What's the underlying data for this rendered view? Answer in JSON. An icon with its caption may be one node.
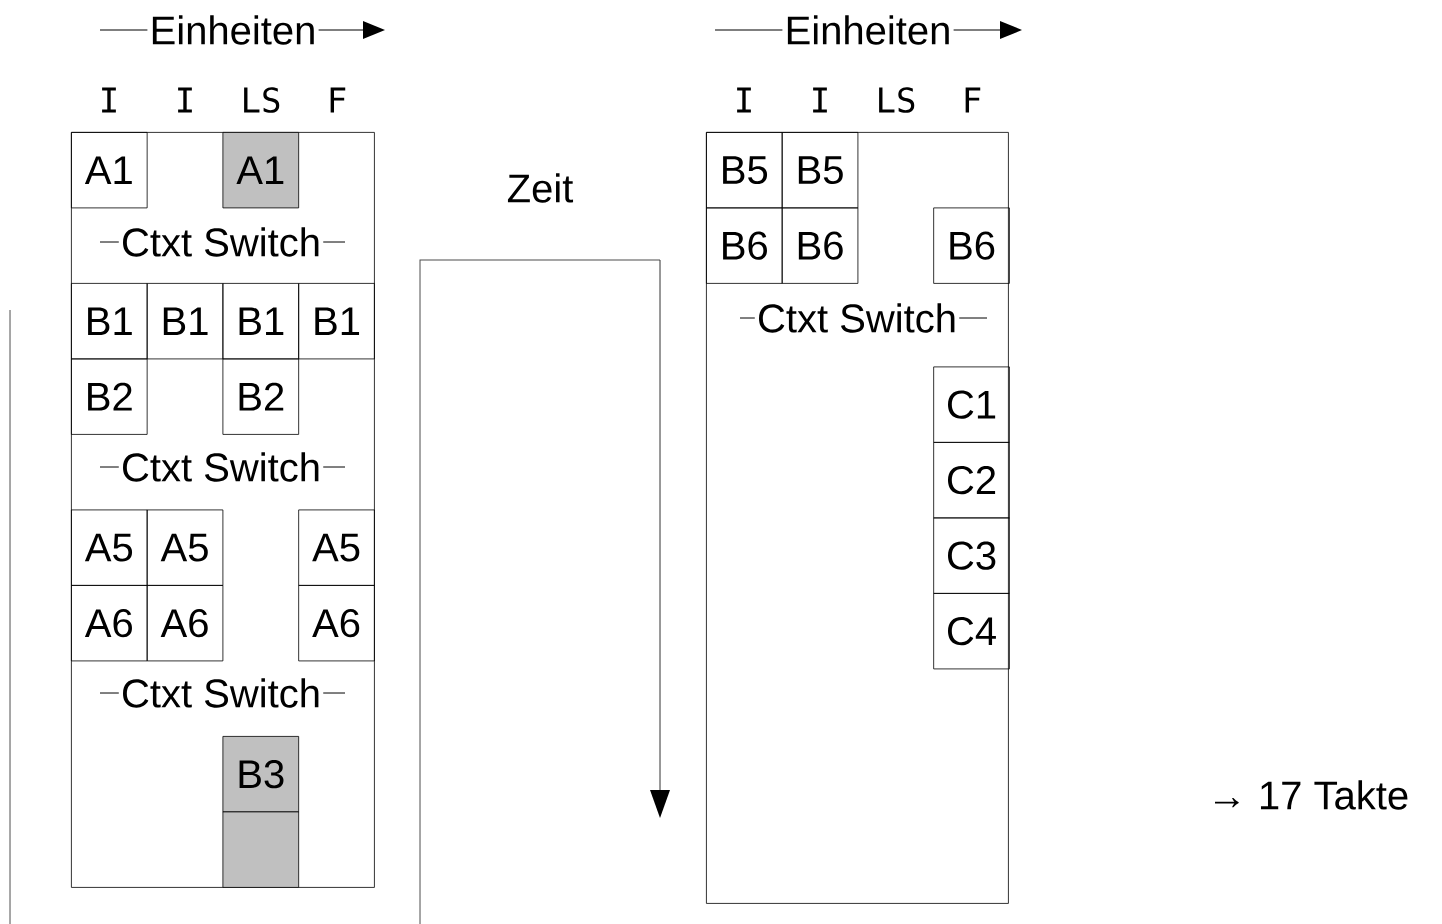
{
  "diagram": {
    "nodes": [
      {
        "text": [],
        "shape": "box"
      },
      {
        "text": [
          "A1"
        ],
        "in": 0
      },
      {
        "text": [
          "A1"
        ],
        "in": 0
      },
      {
        "text": [
          "B1"
        ],
        "in": 0
      },
      {
        "text": [
          "B1"
        ],
        "in": 0
      },
      {
        "text": [
          "B1"
        ],
        "in": 0
      },
      {
        "text": [
          "B1"
        ],
        "in": 0
      },
      {
        "text": [
          "B2"
        ],
        "in": 0
      },
      {
        "text": [
          "B2"
        ],
        "in": 0
      },
      {
        "text": [
          "A5"
        ],
        "in": 0
      },
      {
        "text": [
          "A5"
        ],
        "in": 0
      },
      {
        "text": [
          "A5"
        ],
        "in": 0
      },
      {
        "text": [
          "A6"
        ],
        "in": 0
      },
      {
        "text": [
          "A6"
        ],
        "in": 0
      },
      {
        "text": [
          "A6"
        ],
        "in": 0
      },
      {
        "text": [
          "B3"
        ],
        "in": 0
      },
      {
        "text": [],
        "shape": "box",
        "in": 0
      },
      {
        "text": [],
        "shape": "box"
      },
      {
        "text": [
          "B5"
        ],
        "in": 17
      },
      {
        "text": [
          "B5"
        ],
        "in": 17
      },
      {
        "text": [
          "B6"
        ],
        "in": 17
      },
      {
        "text": [
          "B6"
        ],
        "in": 17
      },
      {
        "text": [
          "B6"
        ],
        "in": 17
      },
      {
        "text": [
          "C1"
        ],
        "in": 17
      },
      {
        "text": [
          "C2"
        ],
        "in": 17
      },
      {
        "text": [
          "C3"
        ],
        "in": 17
      },
      {
        "text": [
          "C4"
        ],
        "in": 17
      }
    ],
    "labels": [
      "Einheiten",
      "Einheiten",
      "I",
      "I",
      "LS",
      "F",
      "I",
      "I",
      "LS",
      "F",
      "Zeit",
      "Ctxt Switch",
      "Ctxt Switch",
      "Ctxt Switch",
      "Ctxt Switch",
      "→ 17 Takte"
    ]
  }
}
